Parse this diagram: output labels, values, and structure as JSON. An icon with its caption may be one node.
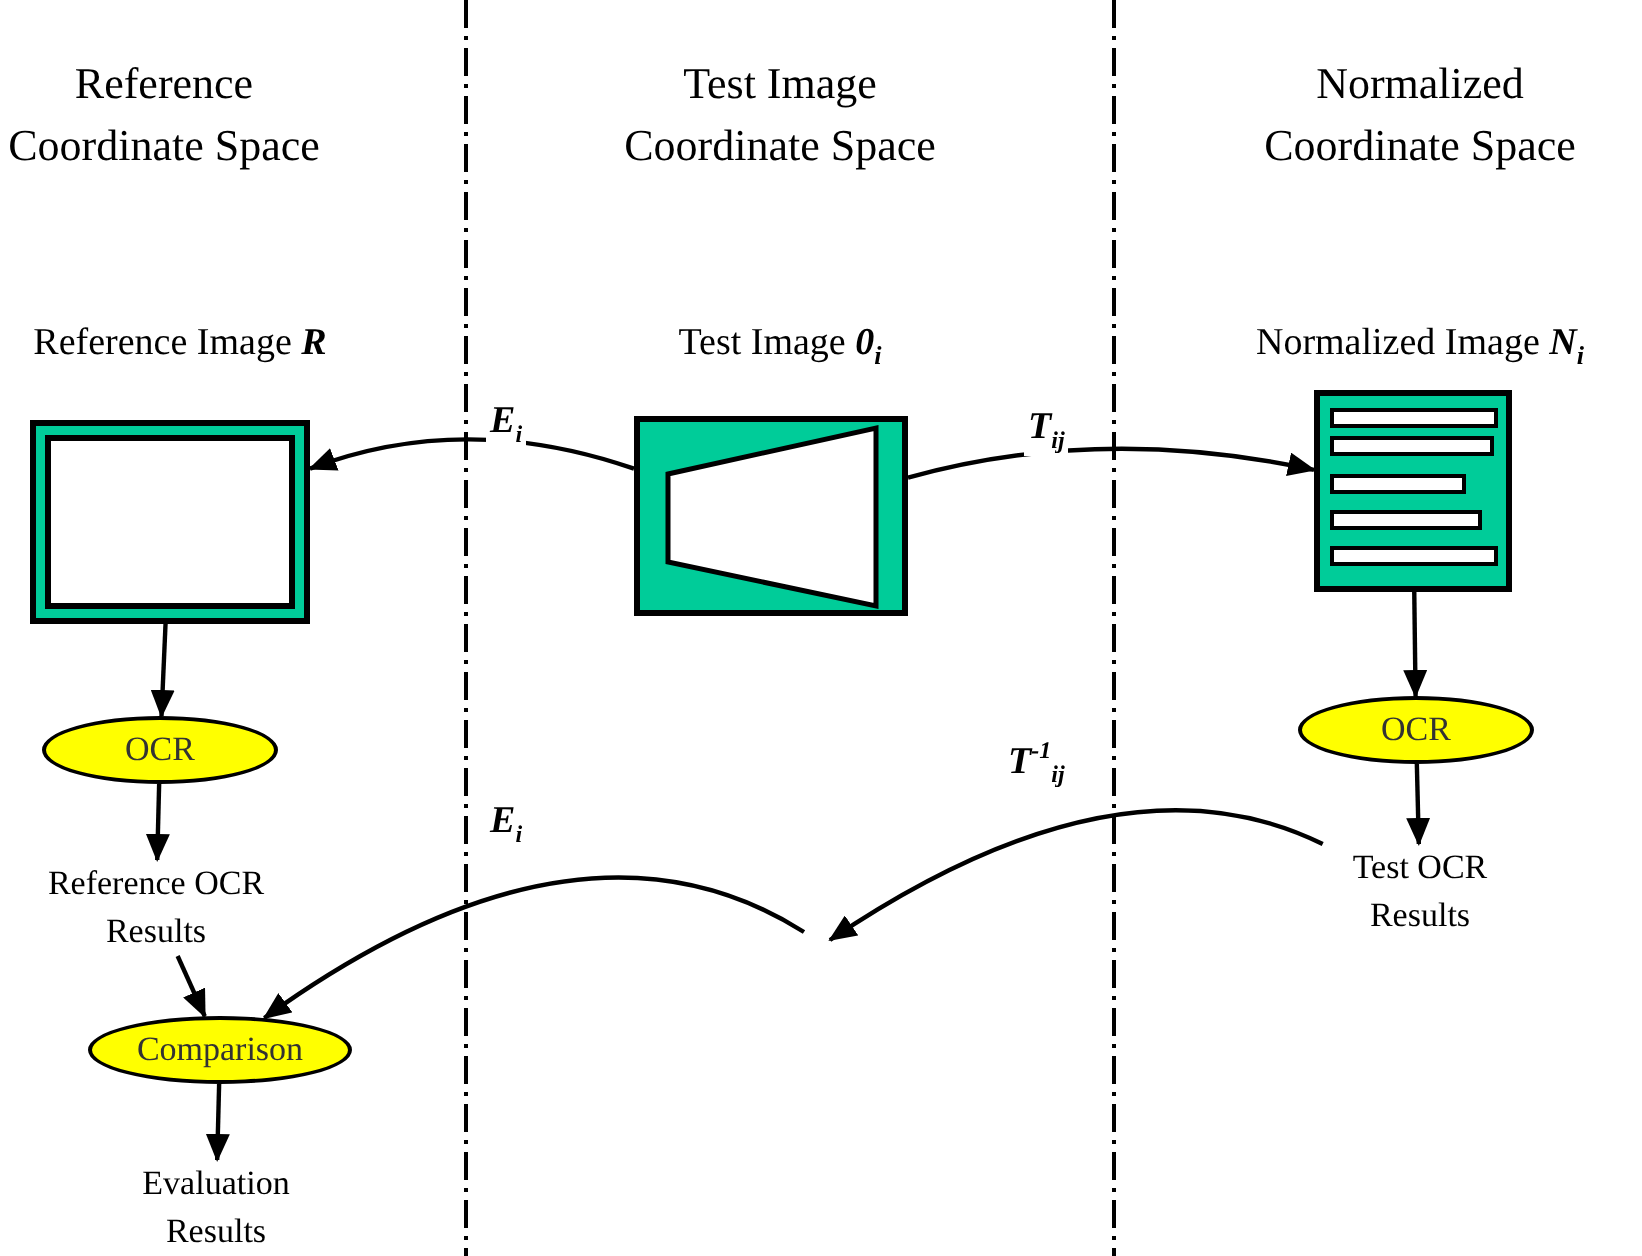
{
  "diagram": {
    "nodes": [
      {
        "text": [
          "Reference Image **R**"
        ]
      },
      {
        "text": [
          "Test Image **0**$_{i}$"
        ]
      },
      {
        "text": [
          "Normalized Image **N**$_{i}$"
        ]
      },
      {
        "text": [
          "OCR"
        ]
      },
      {
        "text": [
          "Reference OCR Results"
        ]
      },
      {
        "text": [
          "Comparison"
        ]
      },
      {
        "text": [
          "Evaluation Results"
        ]
      },
      {
        "text": [
          "OCR"
        ]
      },
      {
        "text": [
          "Test OCR Results"
        ]
      }
    ],
    "edges": [
      {
        "from": 1,
        "to": 0,
        "arrow": "to",
        "label": "E$_{i}$"
      },
      {
        "from": 1,
        "to": 2,
        "arrow": "to",
        "label": "T$_{ij}$"
      },
      {
        "from": 0,
        "to": 3,
        "arrow": "to"
      },
      {
        "from": 3,
        "to": 4,
        "arrow": "to"
      },
      {
        "from": 4,
        "to": 5,
        "arrow": "to"
      },
      {
        "from": 5,
        "to": 6,
        "arrow": "to"
      },
      {
        "from": 2,
        "to": 7,
        "arrow": "to"
      },
      {
        "from": 7,
        "to": 8,
        "arrow": "to"
      },
      {
        "from": 8,
        "to": null,
        "arrow": "to",
        "label": "T$^{-1}$$_{ij}$"
      },
      {
        "from": null,
        "to": 5,
        "arrow": "to",
        "label": "E$_{i}$"
      }
    ],
    "labels": [
      "Reference Coordinate Space",
      "Test Image Coordinate Space",
      "Normalized Coordinate Space"
    ]
  }
}
